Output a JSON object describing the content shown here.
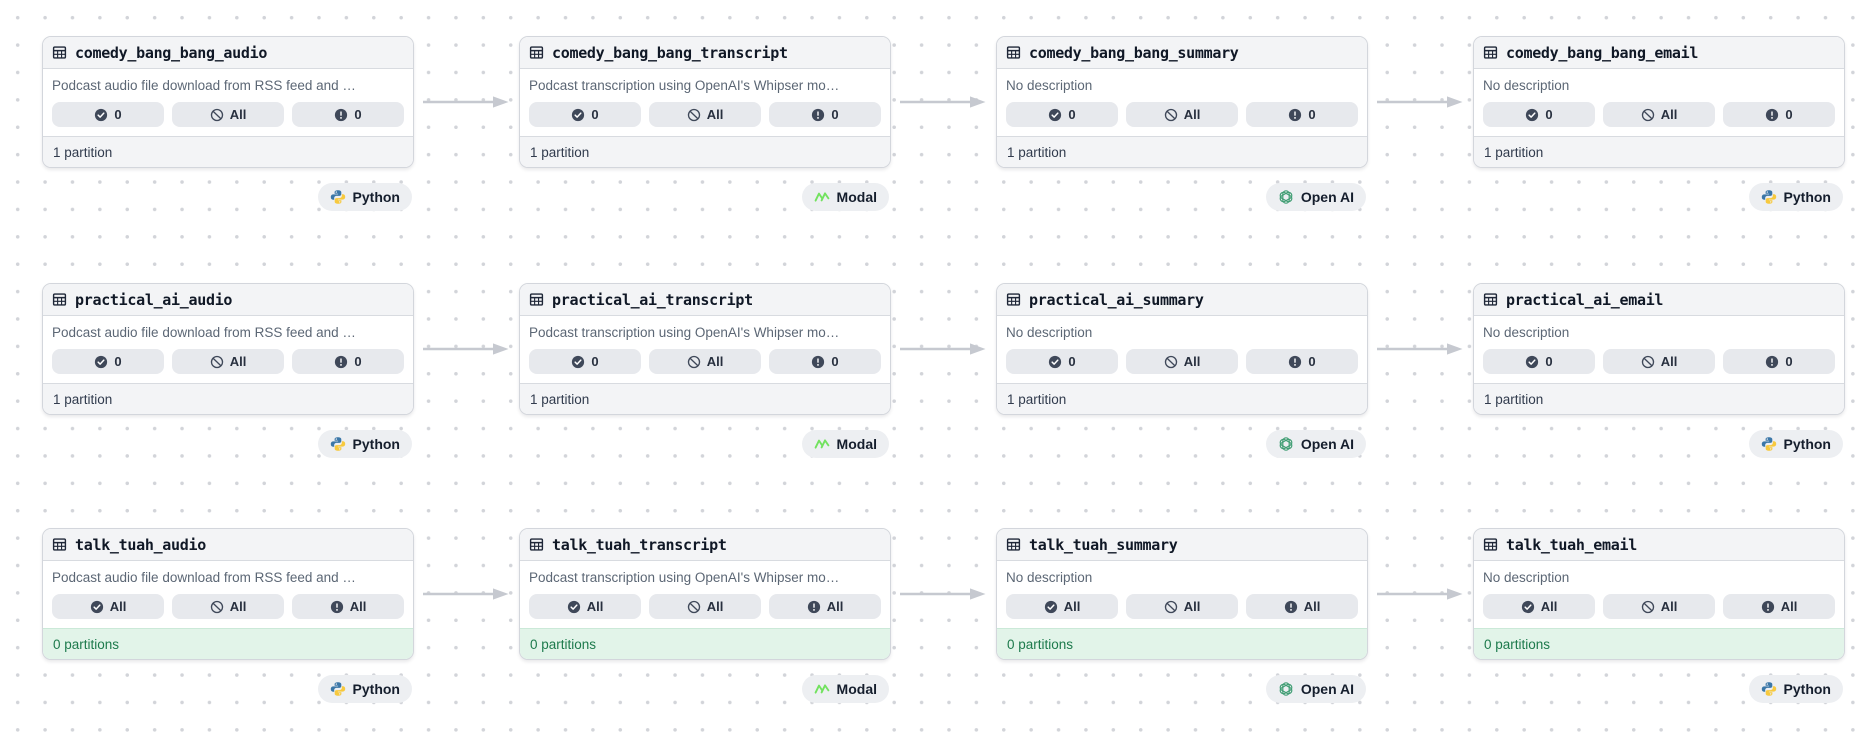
{
  "colors": {
    "badge_icon": "#3f4859",
    "arrow": "#c6c9d0",
    "success_text": "#1d7a4c",
    "success_bg": "#e2f4e9",
    "python_blue": "#3b77a8",
    "python_yellow": "#f7c93e",
    "modal_green": "#72e25f",
    "openai_green": "#419e74"
  },
  "rows": [
    {
      "nodes": [
        {
          "name": "comedy_bang_bang_audio",
          "description": "Podcast audio file download from RSS feed and …",
          "badges": {
            "check": "0",
            "slash": "All",
            "alert": "0"
          },
          "partitions": "1 partition",
          "partitions_tone": "default",
          "tag": "Python",
          "tag_kind": "python"
        },
        {
          "name": "comedy_bang_bang_transcript",
          "description": "Podcast transcription using OpenAI's Whipser mo…",
          "badges": {
            "check": "0",
            "slash": "All",
            "alert": "0"
          },
          "partitions": "1 partition",
          "partitions_tone": "default",
          "tag": "Modal",
          "tag_kind": "modal"
        },
        {
          "name": "comedy_bang_bang_summary",
          "description": "No description",
          "badges": {
            "check": "0",
            "slash": "All",
            "alert": "0"
          },
          "partitions": "1 partition",
          "partitions_tone": "default",
          "tag": "Open AI",
          "tag_kind": "openai"
        },
        {
          "name": "comedy_bang_bang_email",
          "description": "No description",
          "badges": {
            "check": "0",
            "slash": "All",
            "alert": "0"
          },
          "partitions": "1 partition",
          "partitions_tone": "default",
          "tag": "Python",
          "tag_kind": "python"
        }
      ]
    },
    {
      "nodes": [
        {
          "name": "practical_ai_audio",
          "description": "Podcast audio file download from RSS feed and …",
          "badges": {
            "check": "0",
            "slash": "All",
            "alert": "0"
          },
          "partitions": "1 partition",
          "partitions_tone": "default",
          "tag": "Python",
          "tag_kind": "python"
        },
        {
          "name": "practical_ai_transcript",
          "description": "Podcast transcription using OpenAI's Whipser mo…",
          "badges": {
            "check": "0",
            "slash": "All",
            "alert": "0"
          },
          "partitions": "1 partition",
          "partitions_tone": "default",
          "tag": "Modal",
          "tag_kind": "modal"
        },
        {
          "name": "practical_ai_summary",
          "description": "No description",
          "badges": {
            "check": "0",
            "slash": "All",
            "alert": "0"
          },
          "partitions": "1 partition",
          "partitions_tone": "default",
          "tag": "Open AI",
          "tag_kind": "openai"
        },
        {
          "name": "practical_ai_email",
          "description": "No description",
          "badges": {
            "check": "0",
            "slash": "All",
            "alert": "0"
          },
          "partitions": "1 partition",
          "partitions_tone": "default",
          "tag": "Python",
          "tag_kind": "python"
        }
      ]
    },
    {
      "nodes": [
        {
          "name": "talk_tuah_audio",
          "description": "Podcast audio file download from RSS feed and …",
          "badges": {
            "check": "All",
            "slash": "All",
            "alert": "All"
          },
          "partitions": "0 partitions",
          "partitions_tone": "success",
          "tag": "Python",
          "tag_kind": "python"
        },
        {
          "name": "talk_tuah_transcript",
          "description": "Podcast transcription using OpenAI's Whipser mo…",
          "badges": {
            "check": "All",
            "slash": "All",
            "alert": "All"
          },
          "partitions": "0 partitions",
          "partitions_tone": "success",
          "tag": "Modal",
          "tag_kind": "modal"
        },
        {
          "name": "talk_tuah_summary",
          "description": "No description",
          "badges": {
            "check": "All",
            "slash": "All",
            "alert": "All"
          },
          "partitions": "0 partitions",
          "partitions_tone": "success",
          "tag": "Open AI",
          "tag_kind": "openai"
        },
        {
          "name": "talk_tuah_email",
          "description": "No description",
          "badges": {
            "check": "All",
            "slash": "All",
            "alert": "All"
          },
          "partitions": "0 partitions",
          "partitions_tone": "success",
          "tag": "Python",
          "tag_kind": "python"
        }
      ]
    }
  ]
}
